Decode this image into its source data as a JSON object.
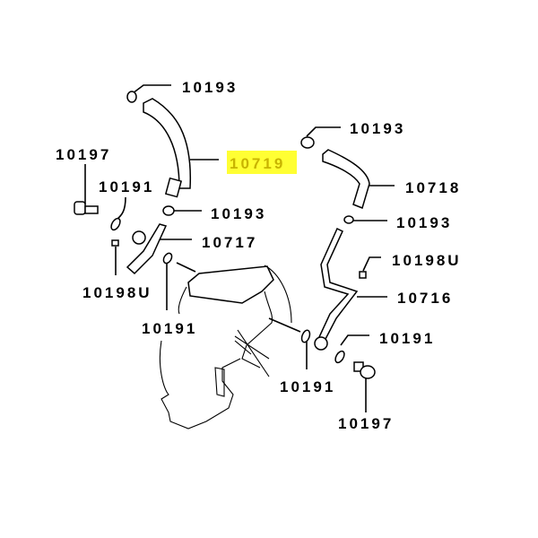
{
  "diagram": {
    "highlight_color": "#ffff33",
    "labels": {
      "clamp_top_left": "10193",
      "clamp_top_right": "10193",
      "hose_highlighted": "10719",
      "bolt_left": "10197",
      "gasket_upper_left": "10191",
      "clamp_mid_left": "10193",
      "hose_right": "10718",
      "clamp_mid_right": "10193",
      "pipe_left": "10717",
      "bolt_small_right": "10198U",
      "bolt_small_left": "10198U",
      "pipe_right": "10716",
      "gasket_lower_left": "10191",
      "gasket_lower_right": "10191",
      "gasket_center": "10191",
      "bolt_right": "10197"
    }
  }
}
